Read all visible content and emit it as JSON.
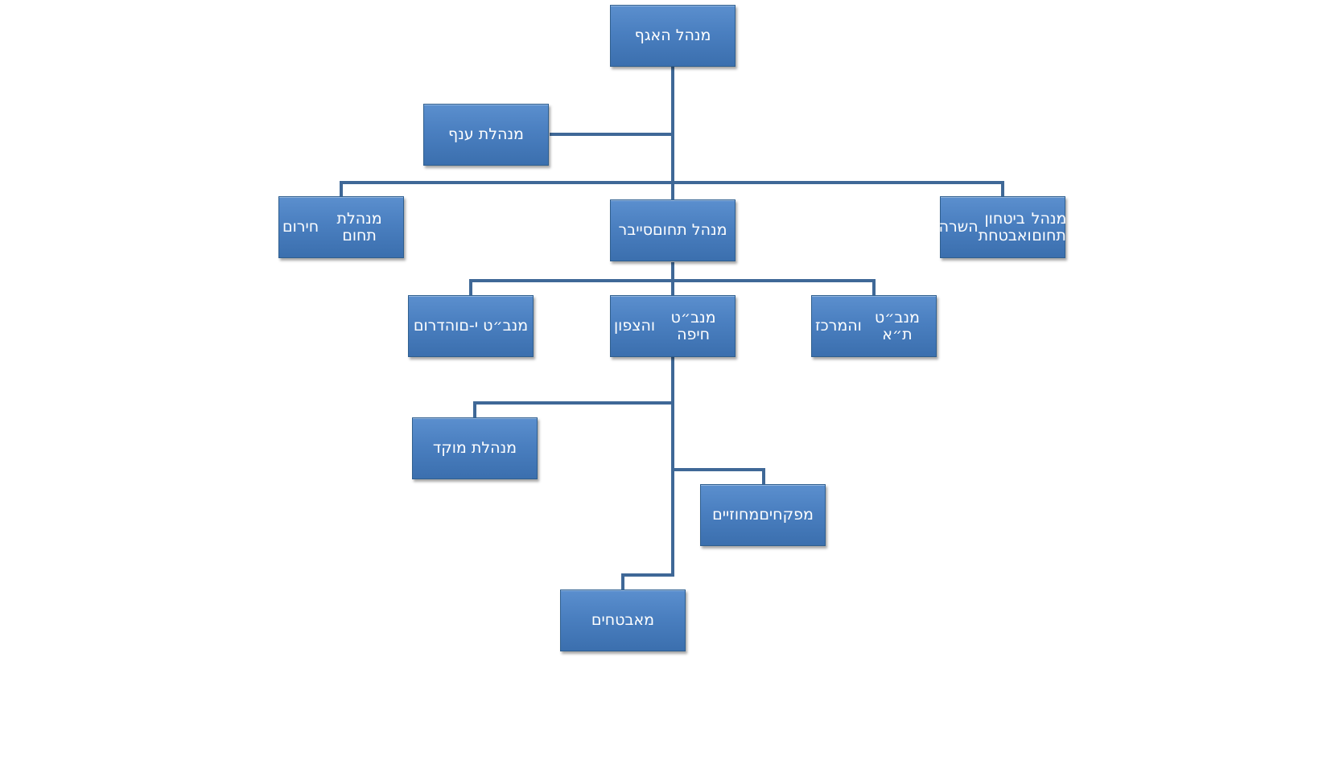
{
  "diagram": {
    "line_color": "#3f6897",
    "box_color": "#4a7fc0",
    "boxes": {
      "head": [
        "מנהל האגף"
      ],
      "branch_manager": [
        "מנהלת ענף"
      ],
      "emergency": [
        "מנהלת תחום",
        "חירום"
      ],
      "cyber": [
        "מנהל תחום",
        "סייבר"
      ],
      "security": [
        "מנהל תחום",
        "ביטחון ואבטחת",
        "השרה"
      ],
      "jerusalem": [
        "מנב״ט י-ם",
        "והדרום"
      ],
      "haifa": [
        "מנב״ט חיפה",
        "והצפון"
      ],
      "telaviv": [
        "מנב״ט ת״א",
        "והמרכז"
      ],
      "control_center": [
        "מנהלת מוקד"
      ],
      "district_inspectors": [
        "מפקחים",
        "מחוזיים"
      ],
      "guards": [
        "מאבטחים"
      ]
    }
  }
}
